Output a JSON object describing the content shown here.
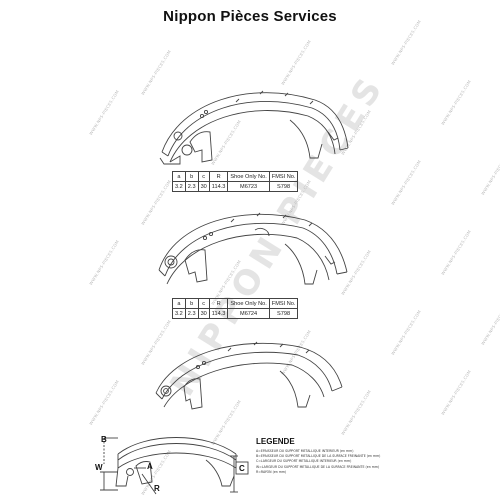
{
  "header": {
    "title": "Nippon Pièces Services"
  },
  "watermark": {
    "big": "NIPPON PIECES",
    "small": "WWW.NPS-PIECES.COM"
  },
  "spec_tables": [
    {
      "headers": [
        "a",
        "b",
        "c",
        "R",
        "Shoe Only No.",
        "FMSI No."
      ],
      "values": [
        "3.2",
        "2.3",
        "30",
        "114.3",
        "M6723",
        "S798"
      ]
    },
    {
      "headers": [
        "a",
        "b",
        "c",
        "R",
        "Shoe Only No.",
        "FMSI No."
      ],
      "values": [
        "3.2",
        "2.3",
        "30",
        "114.3",
        "M6724",
        "S798"
      ]
    }
  ],
  "legend": {
    "title": "LEGENDE",
    "items": [
      "A=EPAISSEUR DU SUPPORT METALLIQUE INTERIEUR (en mm)",
      "B=EPAISSEUR DU SUPPORT METALLIQUE DE LA SURFACE FREINANTE (en mm)",
      "C=LARGEUR DU SUPPORT METALLIQUE INTERIEUR (en mm)",
      "W=LARGEUR DU SUPPORT METALLIQUE DE LA SURFACE FREINANTE (en mm)",
      "R=RAYON (en mm)"
    ]
  },
  "dimension_labels": {
    "b": "B",
    "w": "W",
    "a": "A",
    "r": "R",
    "c": "C"
  },
  "colors": {
    "line": "#444444",
    "watermark": "#e2e2e2"
  }
}
